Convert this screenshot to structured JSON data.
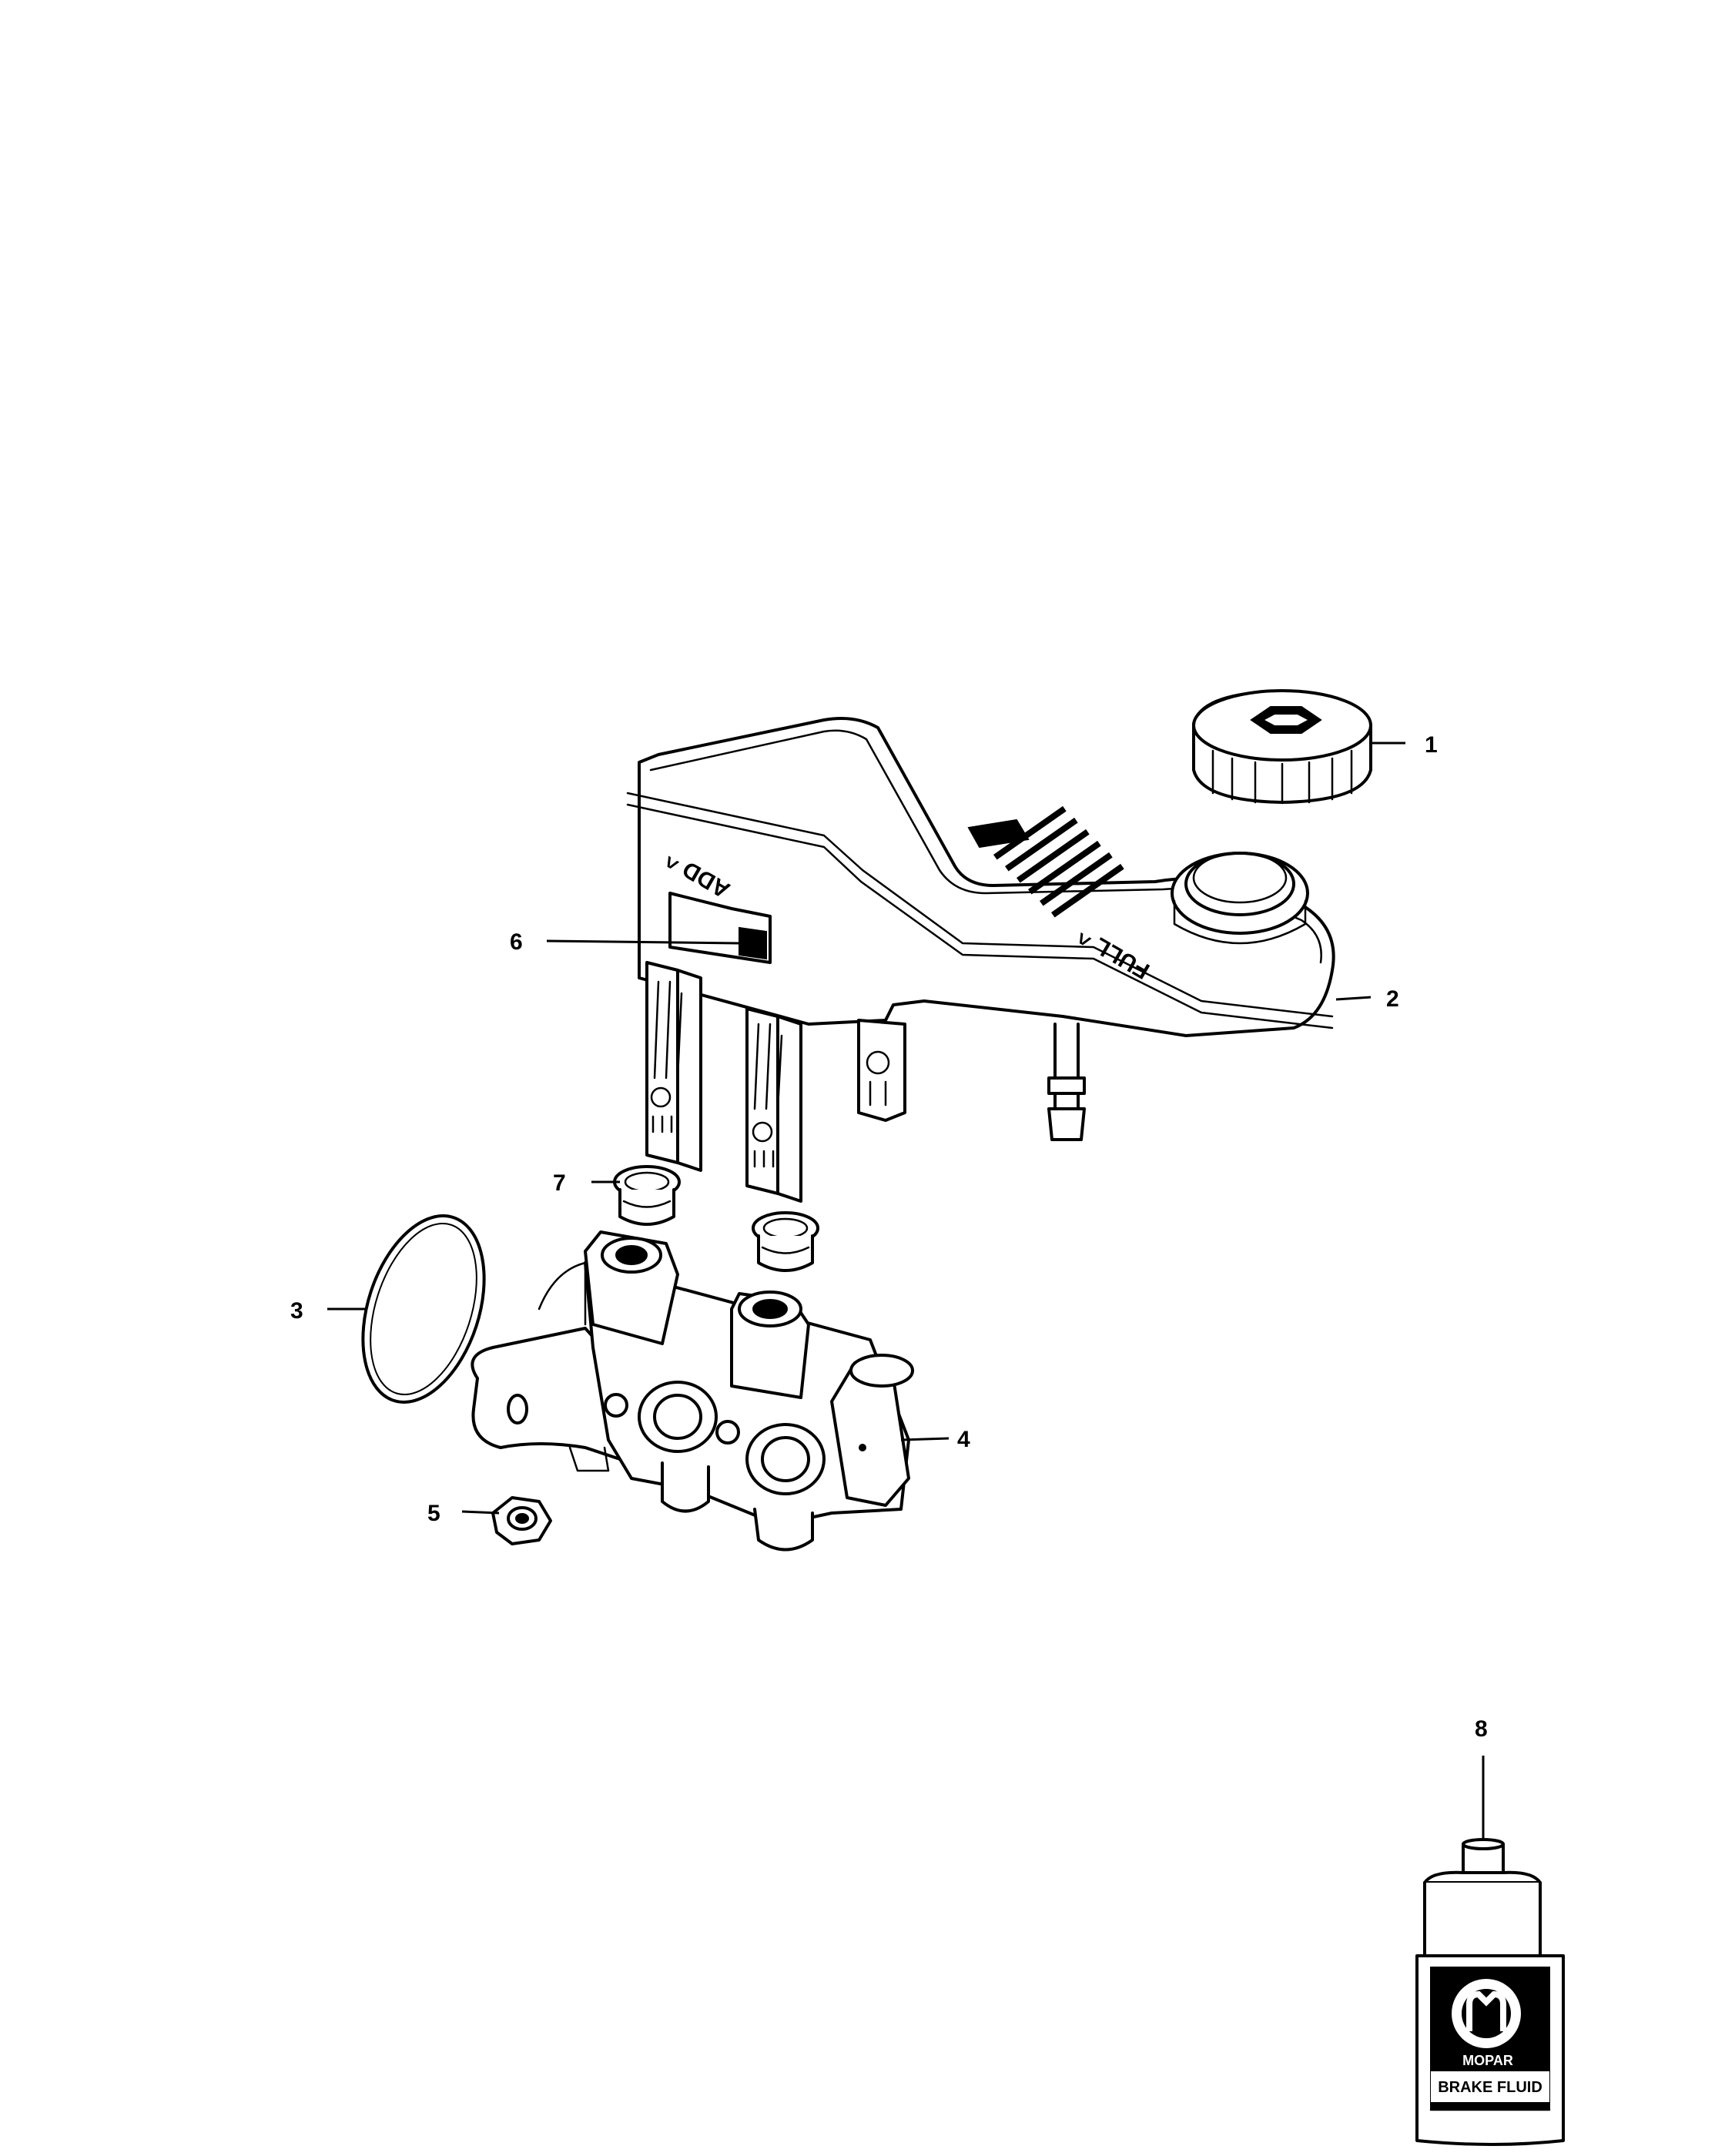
{
  "callouts": [
    {
      "id": "1",
      "label": "1"
    },
    {
      "id": "2",
      "label": "2"
    },
    {
      "id": "3",
      "label": "3"
    },
    {
      "id": "4",
      "label": "4"
    },
    {
      "id": "5",
      "label": "5"
    },
    {
      "id": "6",
      "label": "6"
    },
    {
      "id": "7",
      "label": "7"
    },
    {
      "id": "8",
      "label": "8"
    }
  ],
  "reservoir_markings": {
    "add": "ADD ^",
    "full": "FULL ^"
  },
  "fluid_bottle": {
    "brand": "MOPAR",
    "product": "BRAKE FLUID"
  }
}
